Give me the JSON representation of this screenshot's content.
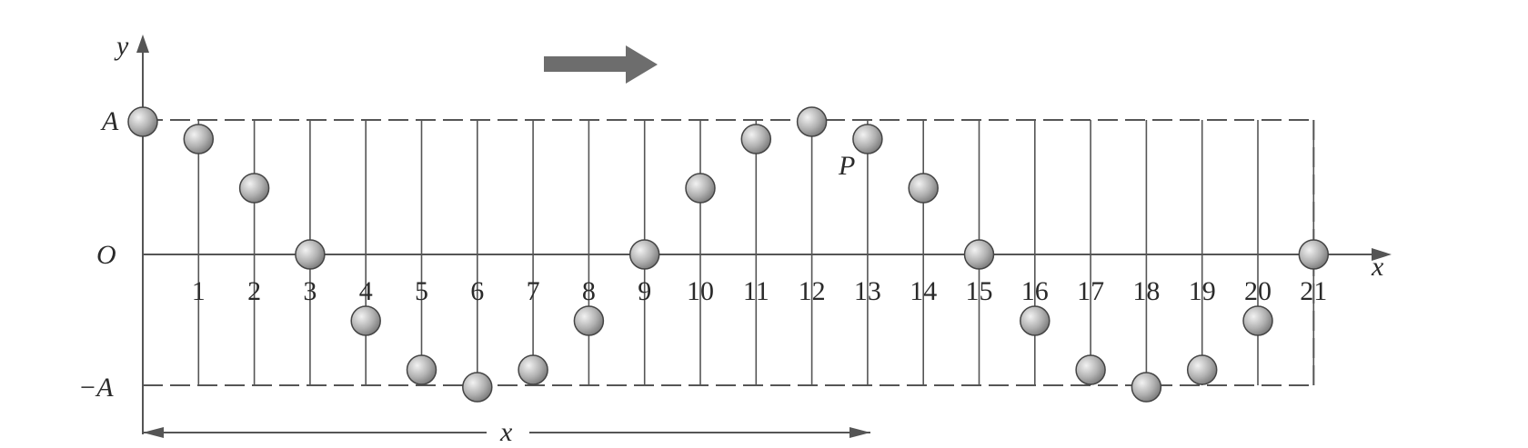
{
  "figure": {
    "y_axis_label": "y",
    "x_axis_label": "x",
    "origin_label": "O",
    "amplitude_pos_label": "A",
    "amplitude_neg_label": "−A",
    "point_label": "P",
    "distance_label": "x",
    "direction": "right",
    "particle_indices": [
      "1",
      "2",
      "3",
      "4",
      "5",
      "6",
      "7",
      "8",
      "9",
      "10",
      "11",
      "12",
      "13",
      "14",
      "15",
      "16",
      "17",
      "18",
      "19",
      "20",
      "21"
    ],
    "particle_displacements": [
      1.0,
      0.87,
      0.5,
      0.0,
      -0.5,
      -0.87,
      -1.0,
      -0.87,
      -0.5,
      0.0,
      0.5,
      0.87,
      1.0,
      0.87,
      0.5,
      0.0,
      -0.5,
      -0.87,
      -1.0,
      -0.87,
      -0.5,
      0.0
    ],
    "colors": {
      "line": "#555555",
      "dash": "#555555",
      "ball_fill": "#b8b8b8",
      "ball_stroke": "#444444",
      "arrow": "#6d6d6d"
    }
  }
}
